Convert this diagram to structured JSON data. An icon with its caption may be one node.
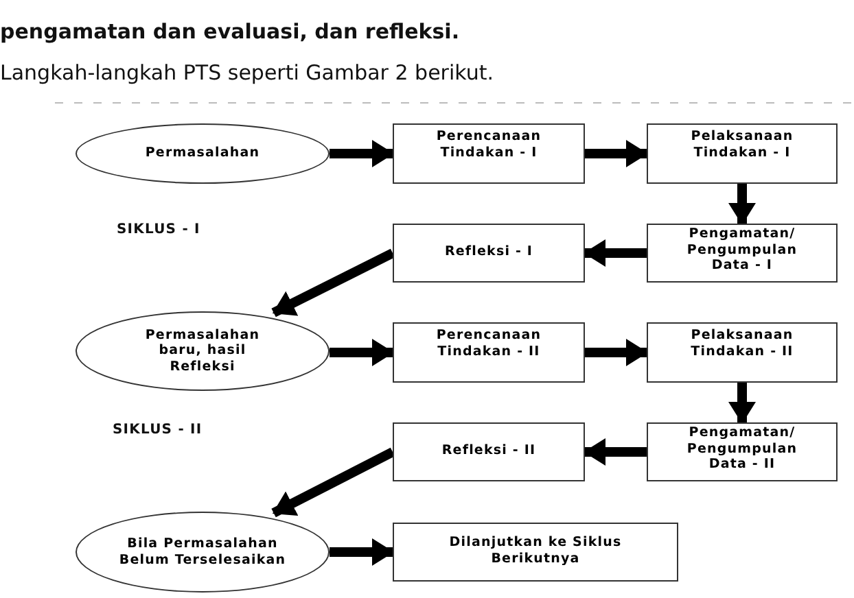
{
  "diagram": {
    "nodes": [
      {
        "text": [
          "Permasalahan"
        ]
      },
      {
        "text": [
          "Perencanaan Tindakan - I"
        ]
      },
      {
        "text": [
          "Pelaksanaan Tindakan - I"
        ]
      },
      {
        "text": [
          "Pengamatan/ Pengumpulan Data - I"
        ]
      },
      {
        "text": [
          "Refleksi - I"
        ]
      },
      {
        "text": [
          "Permasalahan baru, hasil Refleksi"
        ]
      },
      {
        "text": [
          "Perencanaan Tindakan - II"
        ]
      },
      {
        "text": [
          "Pelaksanaan Tindakan - II"
        ]
      },
      {
        "text": [
          "Pengamatan/ Pengumpulan Data - II"
        ]
      },
      {
        "text": [
          "Refleksi - II"
        ]
      },
      {
        "text": [
          "Bila Permasalahan Belum Terselesaikan"
        ]
      },
      {
        "text": [
          "Dilanjutkan ke Siklus Berikutnya"
        ]
      }
    ],
    "edges": [
      {
        "from": 0,
        "to": 1,
        "arrow": "to"
      },
      {
        "from": 1,
        "to": 2,
        "arrow": "to"
      },
      {
        "from": 2,
        "to": 3,
        "arrow": "to"
      },
      {
        "from": 3,
        "to": 4,
        "arrow": "to"
      },
      {
        "from": 4,
        "to": 5,
        "arrow": "to"
      },
      {
        "from": 5,
        "to": 6,
        "arrow": "to"
      },
      {
        "from": 6,
        "to": 7,
        "arrow": "to"
      },
      {
        "from": 7,
        "to": 8,
        "arrow": "to"
      },
      {
        "from": 8,
        "to": 9,
        "arrow": "to"
      },
      {
        "from": 9,
        "to": 10,
        "arrow": "to"
      },
      {
        "from": 10,
        "to": 11,
        "arrow": "to"
      }
    ],
    "labels": [
      "pengamatan dan evaluasi, dan refleksi.",
      "Langkah-langkah PTS seperti Gambar 2  berikut.",
      "SIKLUS - I",
      "SIKLUS - II"
    ]
  }
}
